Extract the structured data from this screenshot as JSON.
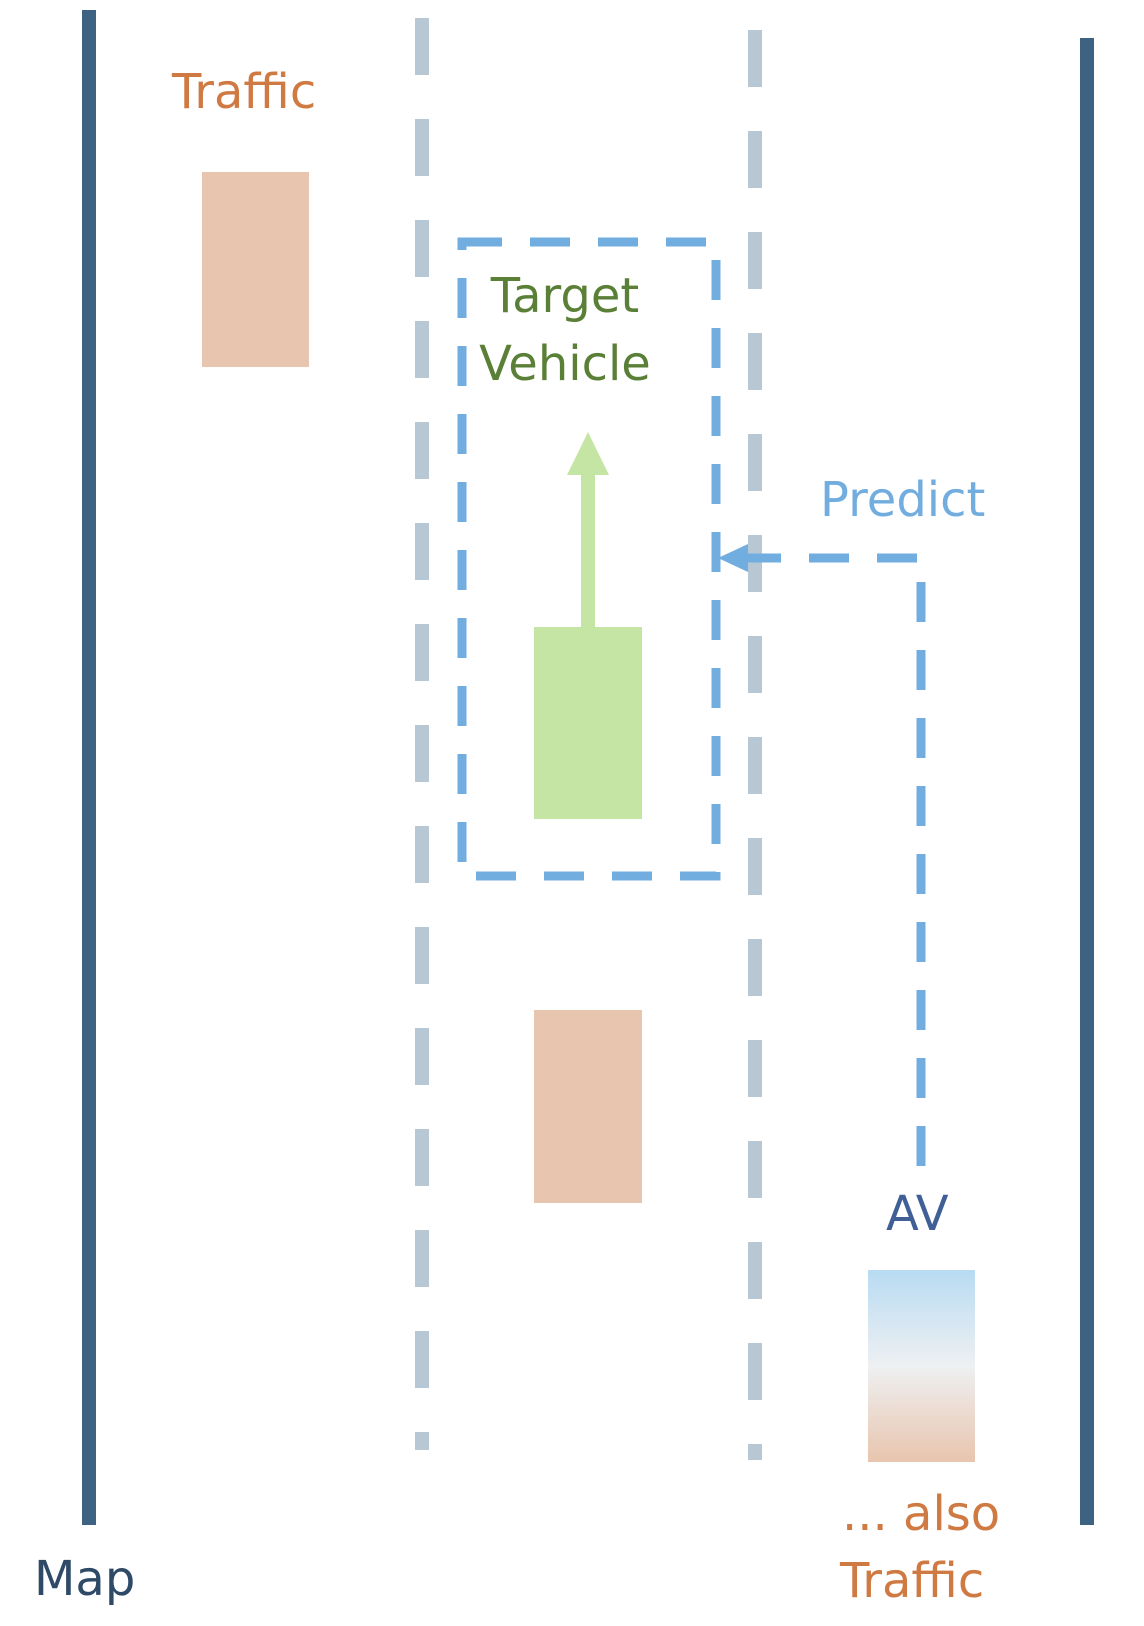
{
  "labels": {
    "map": "Map",
    "traffic": "Traffic",
    "target_line1": "Target",
    "target_line2": "Vehicle",
    "predict": "Predict",
    "av": "AV",
    "also": "... also",
    "also_traffic": "Traffic"
  },
  "colors": {
    "road_edge": "#3d6282",
    "lane_divider": "#b8c7d4",
    "traffic": "#e8c5ae",
    "traffic_text": "#d07a43",
    "target": "#c5e5a5",
    "target_text": "#5a7f36",
    "target_arrow": "#c5e5a5",
    "predict": "#72addf",
    "av_top": "#b8dbf2",
    "av_bottom": "#e8c5ae",
    "av_text": "#3f5f96",
    "map_text": "#2e4a66"
  }
}
